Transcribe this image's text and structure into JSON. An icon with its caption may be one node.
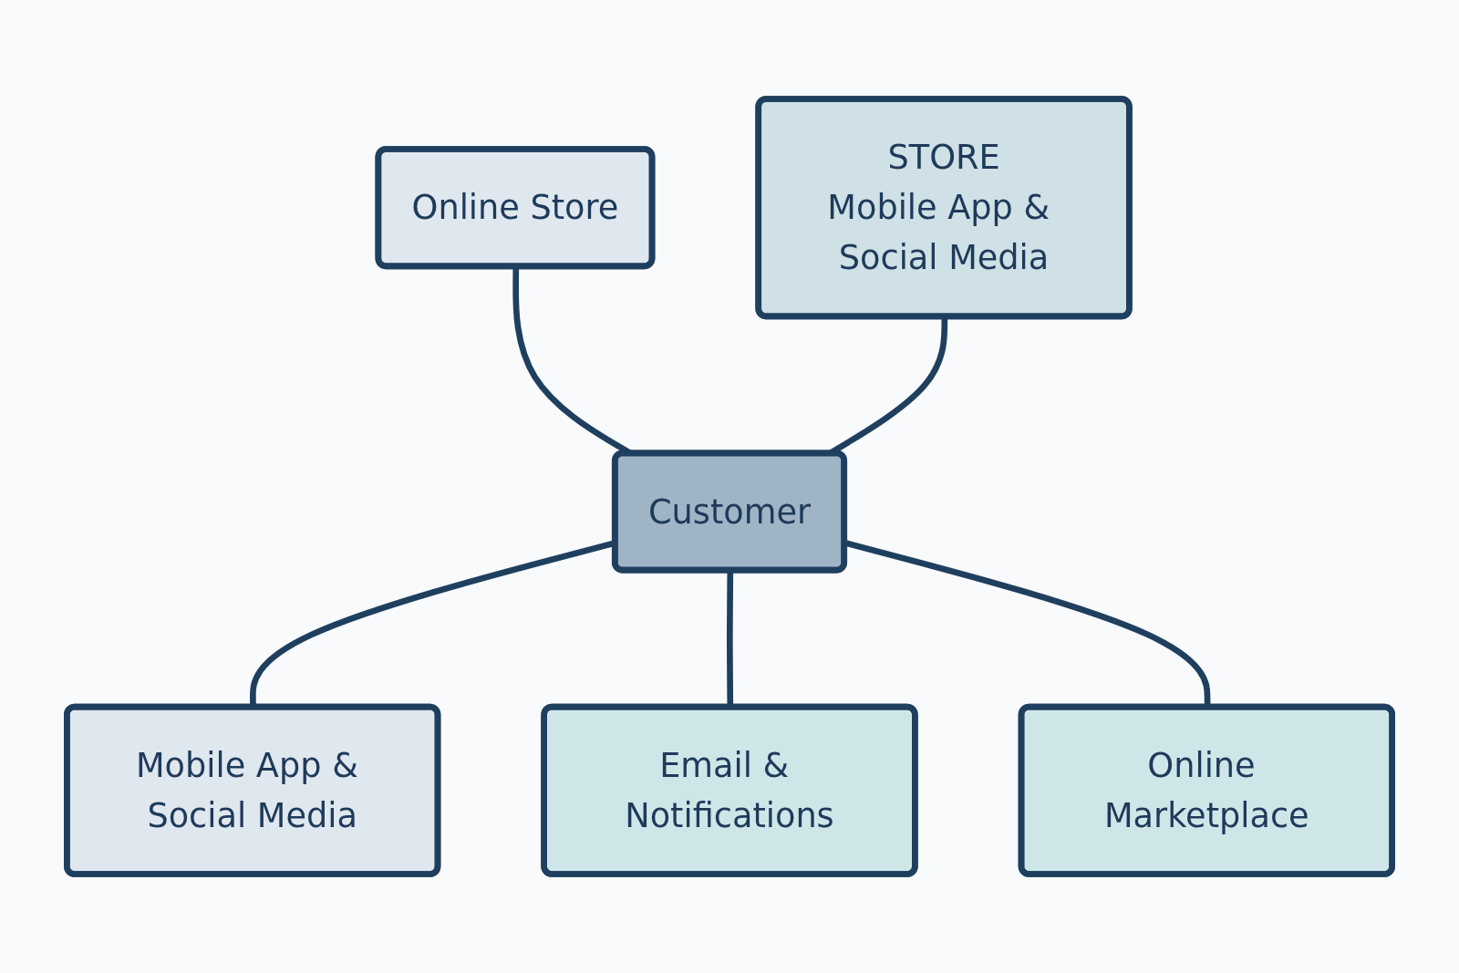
{
  "diagram": {
    "nodes": [
      {
        "text": [
          "Online Store"
        ]
      },
      {
        "text": [
          "STORE",
          "Mobile App & Social Media"
        ]
      },
      {
        "text": [
          "Customer"
        ]
      },
      {
        "text": [
          "Mobile App & Social Media"
        ]
      },
      {
        "text": [
          "Online Marketplace"
        ]
      },
      {
        "text": [
          "Email & Notifications"
        ]
      }
    ],
    "edges": [
      {
        "from": 0,
        "to": 2,
        "arrow": "none"
      },
      {
        "from": 1,
        "to": 2,
        "arrow": "none"
      },
      {
        "from": 2,
        "to": 3,
        "arrow": "none"
      },
      {
        "from": 2,
        "to": 5,
        "arrow": "none"
      },
      {
        "from": 2,
        "to": 4,
        "arrow": "none"
      }
    ]
  }
}
